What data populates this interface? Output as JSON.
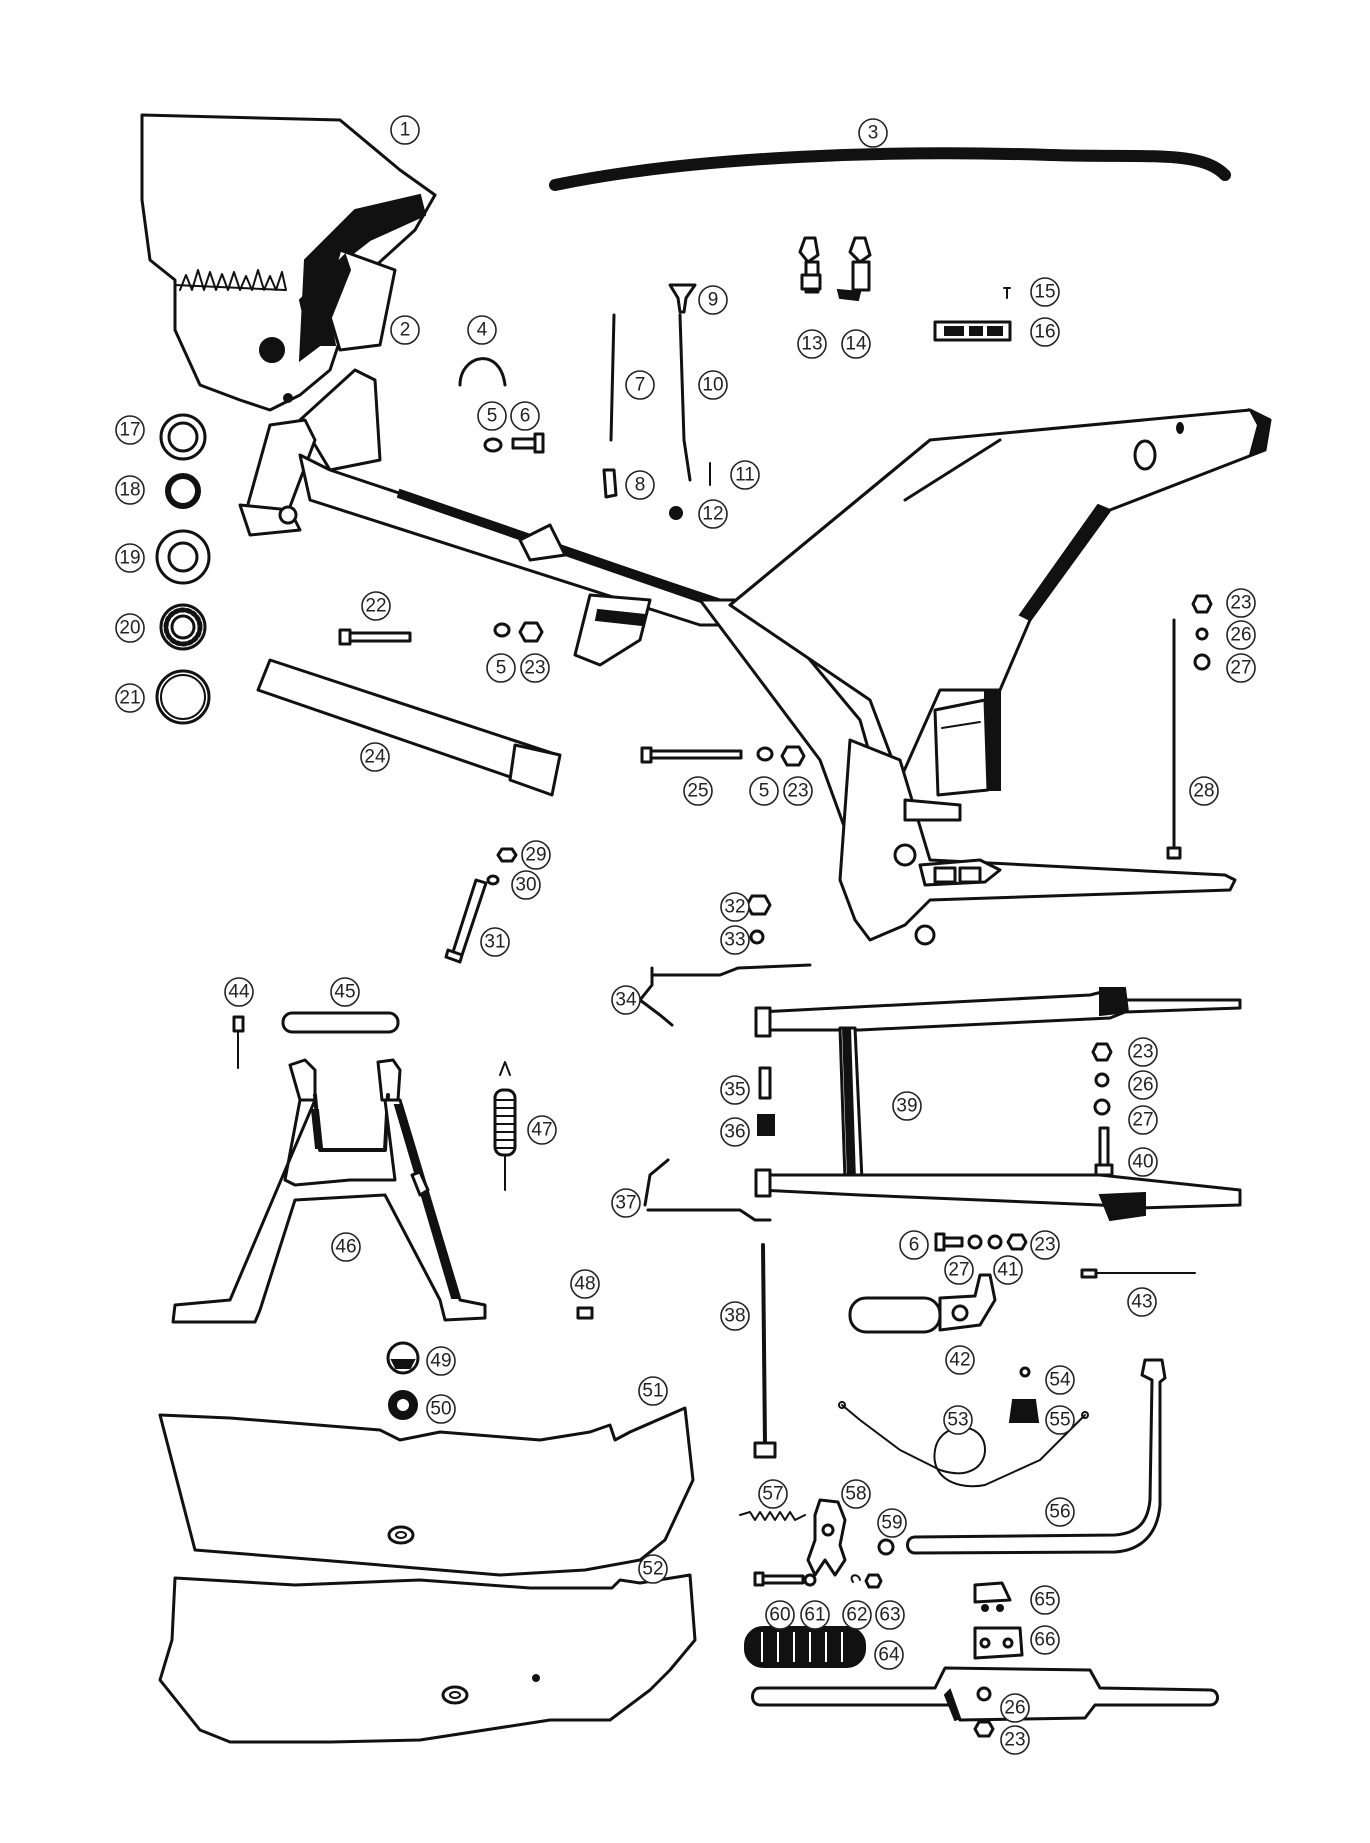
{
  "diagram": {
    "callouts": [
      {
        "id": "c1",
        "label": "1"
      },
      {
        "id": "c2",
        "label": "2"
      },
      {
        "id": "c3",
        "label": "3"
      },
      {
        "id": "c4",
        "label": "4"
      },
      {
        "id": "c5a",
        "label": "5"
      },
      {
        "id": "c6a",
        "label": "6"
      },
      {
        "id": "c7",
        "label": "7"
      },
      {
        "id": "c8",
        "label": "8"
      },
      {
        "id": "c9",
        "label": "9"
      },
      {
        "id": "c10",
        "label": "10"
      },
      {
        "id": "c11",
        "label": "11"
      },
      {
        "id": "c12",
        "label": "12"
      },
      {
        "id": "c13",
        "label": "13"
      },
      {
        "id": "c14",
        "label": "14"
      },
      {
        "id": "c15",
        "label": "15"
      },
      {
        "id": "c16",
        "label": "16"
      },
      {
        "id": "c17",
        "label": "17"
      },
      {
        "id": "c18",
        "label": "18"
      },
      {
        "id": "c19",
        "label": "19"
      },
      {
        "id": "c20",
        "label": "20"
      },
      {
        "id": "c21",
        "label": "21"
      },
      {
        "id": "c22",
        "label": "22"
      },
      {
        "id": "c5b",
        "label": "5"
      },
      {
        "id": "c23a",
        "label": "23"
      },
      {
        "id": "c23b",
        "label": "23"
      },
      {
        "id": "c26a",
        "label": "26"
      },
      {
        "id": "c27a",
        "label": "27"
      },
      {
        "id": "c24",
        "label": "24"
      },
      {
        "id": "c25",
        "label": "25"
      },
      {
        "id": "c5c",
        "label": "5"
      },
      {
        "id": "c23c",
        "label": "23"
      },
      {
        "id": "c28",
        "label": "28"
      },
      {
        "id": "c29",
        "label": "29"
      },
      {
        "id": "c30",
        "label": "30"
      },
      {
        "id": "c31",
        "label": "31"
      },
      {
        "id": "c32",
        "label": "32"
      },
      {
        "id": "c33",
        "label": "33"
      },
      {
        "id": "c34",
        "label": "34"
      },
      {
        "id": "c44",
        "label": "44"
      },
      {
        "id": "c45",
        "label": "45"
      },
      {
        "id": "c23d",
        "label": "23"
      },
      {
        "id": "c26b",
        "label": "26"
      },
      {
        "id": "c27b",
        "label": "27"
      },
      {
        "id": "c35",
        "label": "35"
      },
      {
        "id": "c36",
        "label": "36"
      },
      {
        "id": "c39",
        "label": "39"
      },
      {
        "id": "c47",
        "label": "47"
      },
      {
        "id": "c40",
        "label": "40"
      },
      {
        "id": "c37",
        "label": "37"
      },
      {
        "id": "c46",
        "label": "46"
      },
      {
        "id": "c6b",
        "label": "6"
      },
      {
        "id": "c23e",
        "label": "23"
      },
      {
        "id": "c27c",
        "label": "27"
      },
      {
        "id": "c41",
        "label": "41"
      },
      {
        "id": "c48",
        "label": "48"
      },
      {
        "id": "c43",
        "label": "43"
      },
      {
        "id": "c38",
        "label": "38"
      },
      {
        "id": "c42",
        "label": "42"
      },
      {
        "id": "c49",
        "label": "49"
      },
      {
        "id": "c54",
        "label": "54"
      },
      {
        "id": "c51",
        "label": "51"
      },
      {
        "id": "c50",
        "label": "50"
      },
      {
        "id": "c53",
        "label": "53"
      },
      {
        "id": "c55",
        "label": "55"
      },
      {
        "id": "c57",
        "label": "57"
      },
      {
        "id": "c58",
        "label": "58"
      },
      {
        "id": "c56",
        "label": "56"
      },
      {
        "id": "c59",
        "label": "59"
      },
      {
        "id": "c52",
        "label": "52"
      },
      {
        "id": "c65",
        "label": "65"
      },
      {
        "id": "c60",
        "label": "60"
      },
      {
        "id": "c61",
        "label": "61"
      },
      {
        "id": "c62",
        "label": "62"
      },
      {
        "id": "c63",
        "label": "63"
      },
      {
        "id": "c66",
        "label": "66"
      },
      {
        "id": "c64",
        "label": "64"
      },
      {
        "id": "c26c",
        "label": "26"
      },
      {
        "id": "c23f",
        "label": "23"
      }
    ]
  }
}
